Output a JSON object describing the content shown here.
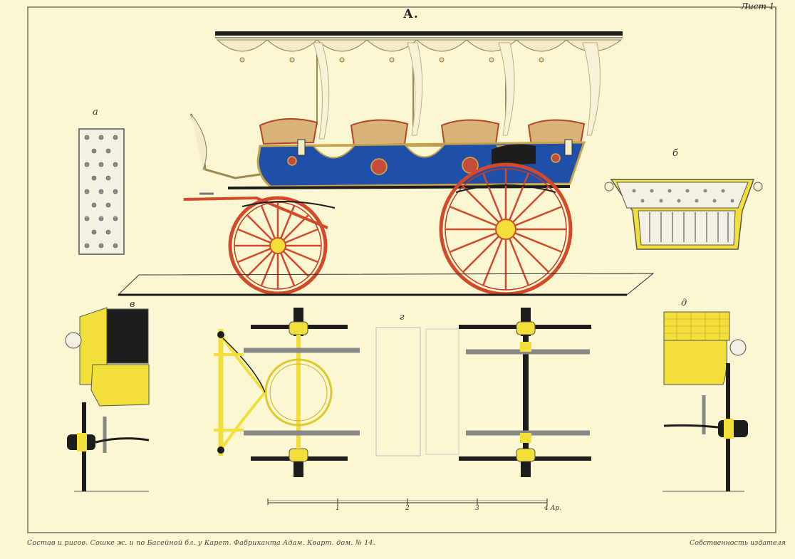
{
  "plate": {
    "letter": "А.",
    "sheet": "Лист 1."
  },
  "figures": {
    "a": "а",
    "b": "б",
    "v": "в",
    "g": "г",
    "d": "д"
  },
  "scale": {
    "ticks": [
      "1",
      "2",
      "3",
      "4 Ар."
    ]
  },
  "captions": {
    "left": "Состав и рисов. Сошке  ж. и по Басейной бл. у Карет. Фабриканта Адам. Кварт. дом. № 14.",
    "right": "Собственность издателя"
  },
  "colors": {
    "paper": "#fbf7d2",
    "body_blue": "#1f4fa8",
    "wheel_red": "#d24a2a",
    "chassis_yellow": "#f2df3a",
    "iron_black": "#1d1d1d",
    "seat_tan": "#d8b478"
  }
}
